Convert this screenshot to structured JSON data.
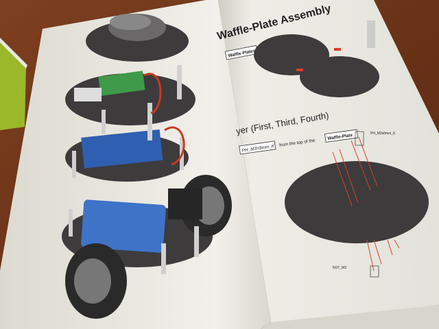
{
  "right_page": {
    "title": "Waffle-Plate Assembly",
    "part_tag_1": "Waffle-Plates",
    "section_heading": "yer (First, Third, Fourth)",
    "instruction_part": "PH_M3×8mm_K",
    "instruction_text": "from the top of the",
    "instruction_tag": "Waffle-Plate",
    "callout_screw": "PH_M3x8mm_K",
    "callout_nut": "NUT_M3"
  },
  "colors": {
    "wood": "#6e3519",
    "page": "#efeee6",
    "plate": "#3d3b3c",
    "battery": "#3f73c8",
    "accent_red": "#d8402a",
    "box_green": "#9ab82a"
  }
}
